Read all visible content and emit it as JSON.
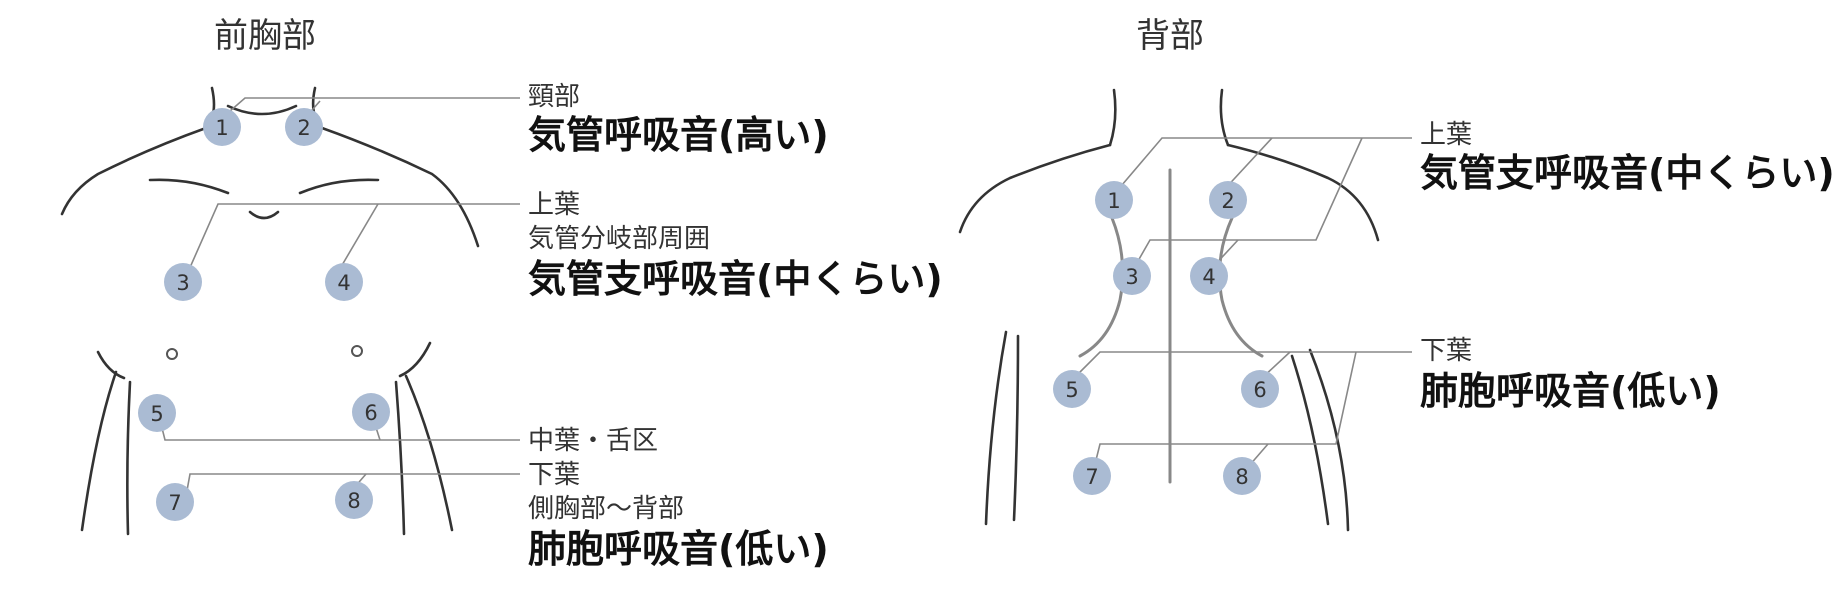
{
  "front": {
    "title": "前胸部",
    "points": [
      "1",
      "2",
      "3",
      "4",
      "5",
      "6",
      "7",
      "8"
    ],
    "groups": [
      {
        "region": "頸部",
        "sound": "気管呼吸音(高い)"
      },
      {
        "region": "上葉",
        "region2": "気管分岐部周囲",
        "sound": "気管支呼吸音(中くらい)"
      },
      {
        "region": "中葉・舌区"
      },
      {
        "region": "下葉",
        "region2": "側胸部〜背部",
        "sound": "肺胞呼吸音(低い)"
      }
    ]
  },
  "back": {
    "title": "背部",
    "points": [
      "1",
      "2",
      "3",
      "4",
      "5",
      "6",
      "7",
      "8"
    ],
    "groups": [
      {
        "region": "上葉",
        "sound": "気管支呼吸音(中くらい)"
      },
      {
        "region": "下葉",
        "sound": "肺胞呼吸音(低い)"
      }
    ]
  },
  "colors": {
    "point_fill": "#aabbd3",
    "guide_line": "#888888",
    "outline": "#333333"
  }
}
